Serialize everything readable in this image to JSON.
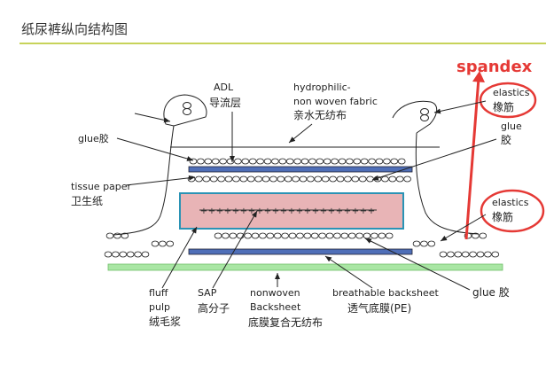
{
  "title": "纸尿裤纵向结构图",
  "colors": {
    "title_rule": "#c7d35a",
    "adl_layer": "#4f6fb8",
    "core_border": "#2a93b5",
    "core_fill": "#e8b4b6",
    "backsheet_green": "#a9e6a4",
    "annotation_red": "#e53935"
  },
  "labels": {
    "adl": [
      "ADL",
      "导流层"
    ],
    "hydrophilic": [
      "hydrophilic-",
      "non woven fabric",
      "亲水无纺布"
    ],
    "glue_left": "glue胶",
    "tissue": [
      "tissue paper",
      "卫生纸"
    ],
    "elastics_top": [
      "elastics",
      "橡筋"
    ],
    "glue_right": [
      "glue",
      "胶"
    ],
    "elastics_mid": [
      "elastics",
      "橡筋"
    ],
    "spandex": "spandex",
    "fluff": [
      "fluff",
      "pulp",
      "绒毛浆"
    ],
    "sap": [
      "SAP",
      "高分子"
    ],
    "nonwoven": [
      "nonwoven",
      "Backsheet",
      "底膜复合无纺布"
    ],
    "breathable": [
      "breathable backsheet",
      "透气底膜(PE)"
    ],
    "glue_bottom": "glue 胶"
  }
}
